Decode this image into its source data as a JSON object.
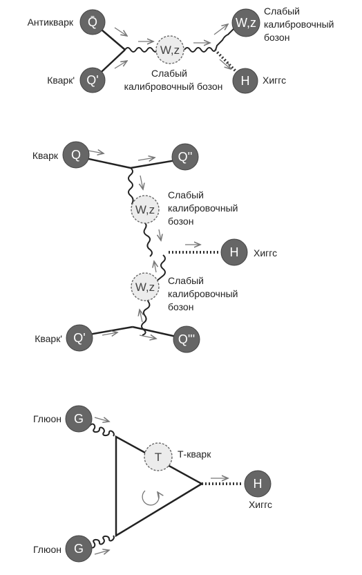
{
  "diagram1": {
    "antiquark_label": "Антикварк",
    "quark_label": "Кварк'",
    "q_bar": "Q̄",
    "q_prime": "Q'",
    "boson": "W,z",
    "boson_label_line1": "Слабый",
    "boson_label_line2": "калибровочный бозон",
    "out_boson": "W,z",
    "out_label_line1": "Слабый",
    "out_label_line2": "калибровочный",
    "out_label_line3": "бозон",
    "higgs": "H",
    "higgs_label": "Хиггс"
  },
  "diagram2": {
    "quark_label": "Кварк",
    "q": "Q",
    "q_out1": "Q''",
    "boson1": "W,z",
    "boson1_line1": "Слабый",
    "boson1_line2": "калибровочный",
    "boson1_line3": "бозон",
    "higgs": "H",
    "higgs_label": "Хиггс",
    "boson2": "W,z",
    "boson2_line1": "Слабый",
    "boson2_line2": "калибровочный",
    "boson2_line3": "бозон",
    "quark2_label": "Кварк'",
    "q_prime": "Q'",
    "q_out2": "Q'''"
  },
  "diagram3": {
    "gluon1_label": "Глюон",
    "g1": "G",
    "t": "T",
    "t_label": "Т-кварк",
    "higgs": "H",
    "higgs_label": "Хиггс",
    "gluon2_label": "Глюон",
    "g2": "G"
  }
}
